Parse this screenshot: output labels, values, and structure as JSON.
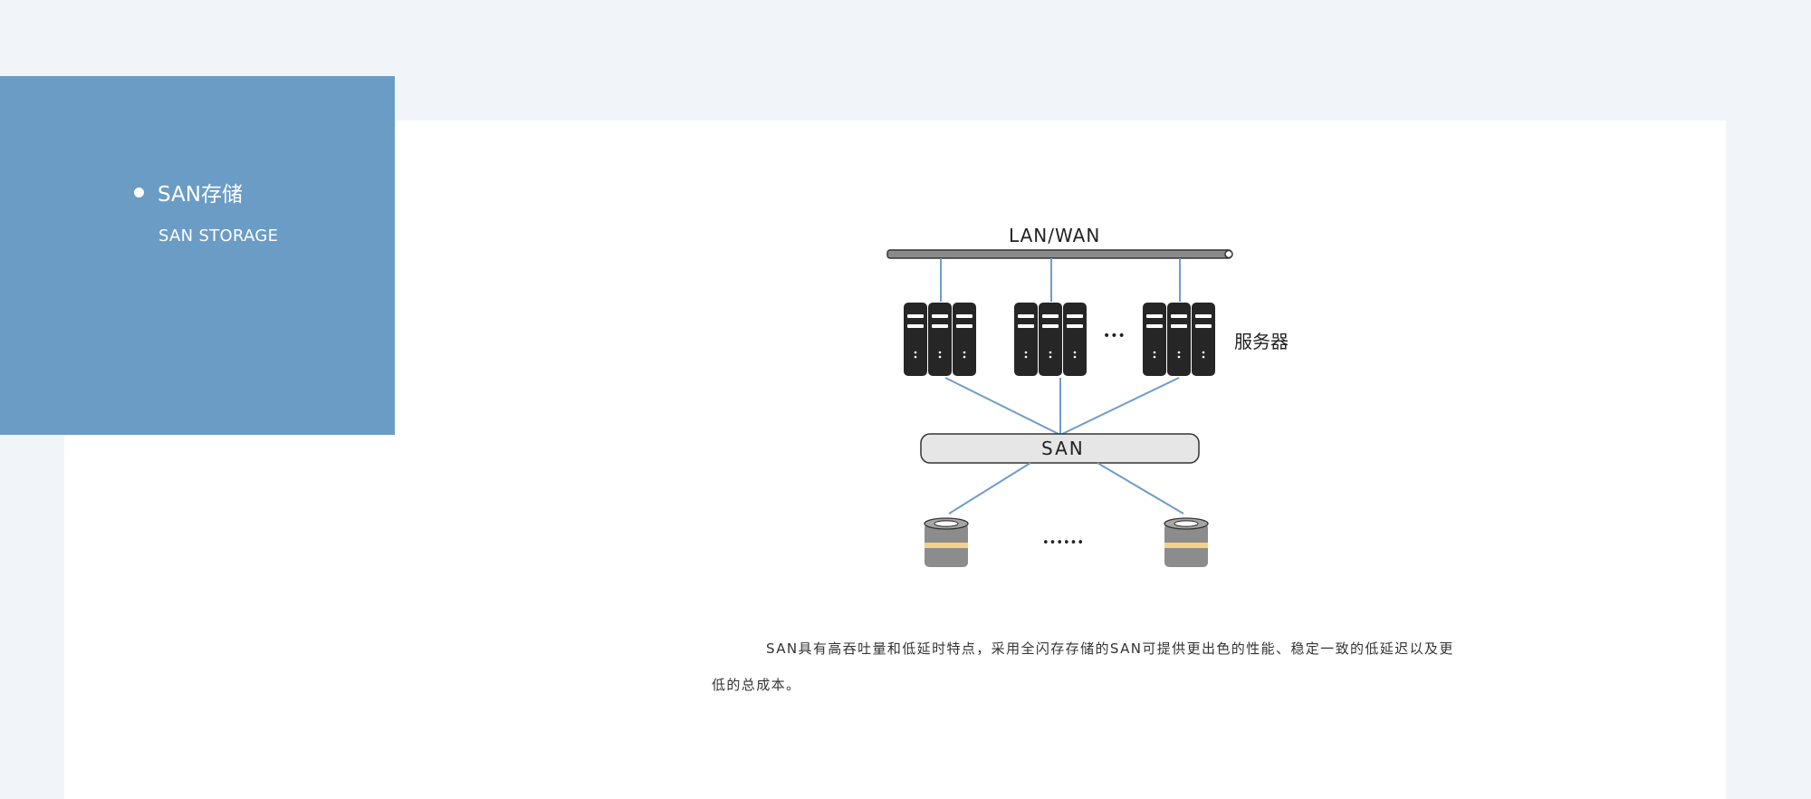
{
  "panel": {
    "title": "SAN存储",
    "subtitle": "SAN STORAGE"
  },
  "diagram": {
    "network_label": "LAN/WAN",
    "servers_label": "服务器",
    "san_label": "SAN",
    "server_ellipsis": "•••",
    "storage_ellipsis": "••••••"
  },
  "caption": {
    "text": "SAN具有高吞吐量和低延时特点，采用全闪存存储的SAN可提供更出色的性能、稳定一致的低延迟以及更低的总成本。"
  },
  "colors": {
    "panel": "#6b9cc6",
    "background": "#f1f5fa",
    "line": "#6f9dc8",
    "server": "#262626",
    "disk_band": "#f5d089"
  }
}
